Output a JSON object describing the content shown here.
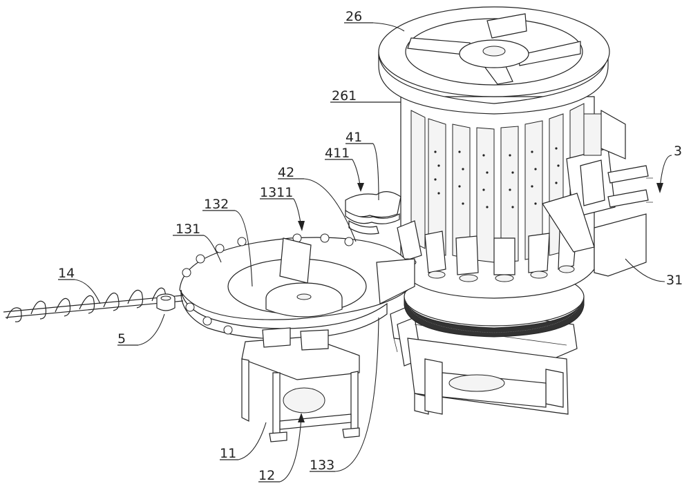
{
  "figure": {
    "title": "Patent mechanical drawing – rotary feeding/assembly machine (isometric view)",
    "labels": [
      {
        "id": "26",
        "text": "26"
      },
      {
        "id": "261",
        "text": "261"
      },
      {
        "id": "41",
        "text": "41"
      },
      {
        "id": "411",
        "text": "411"
      },
      {
        "id": "42",
        "text": "42"
      },
      {
        "id": "1311",
        "text": "1311"
      },
      {
        "id": "132",
        "text": "132"
      },
      {
        "id": "131",
        "text": "131"
      },
      {
        "id": "14",
        "text": "14"
      },
      {
        "id": "5",
        "text": "5"
      },
      {
        "id": "3",
        "text": "3"
      },
      {
        "id": "31",
        "text": "31"
      },
      {
        "id": "11",
        "text": "11"
      },
      {
        "id": "12",
        "text": "12"
      },
      {
        "id": "133",
        "text": "133"
      }
    ]
  }
}
